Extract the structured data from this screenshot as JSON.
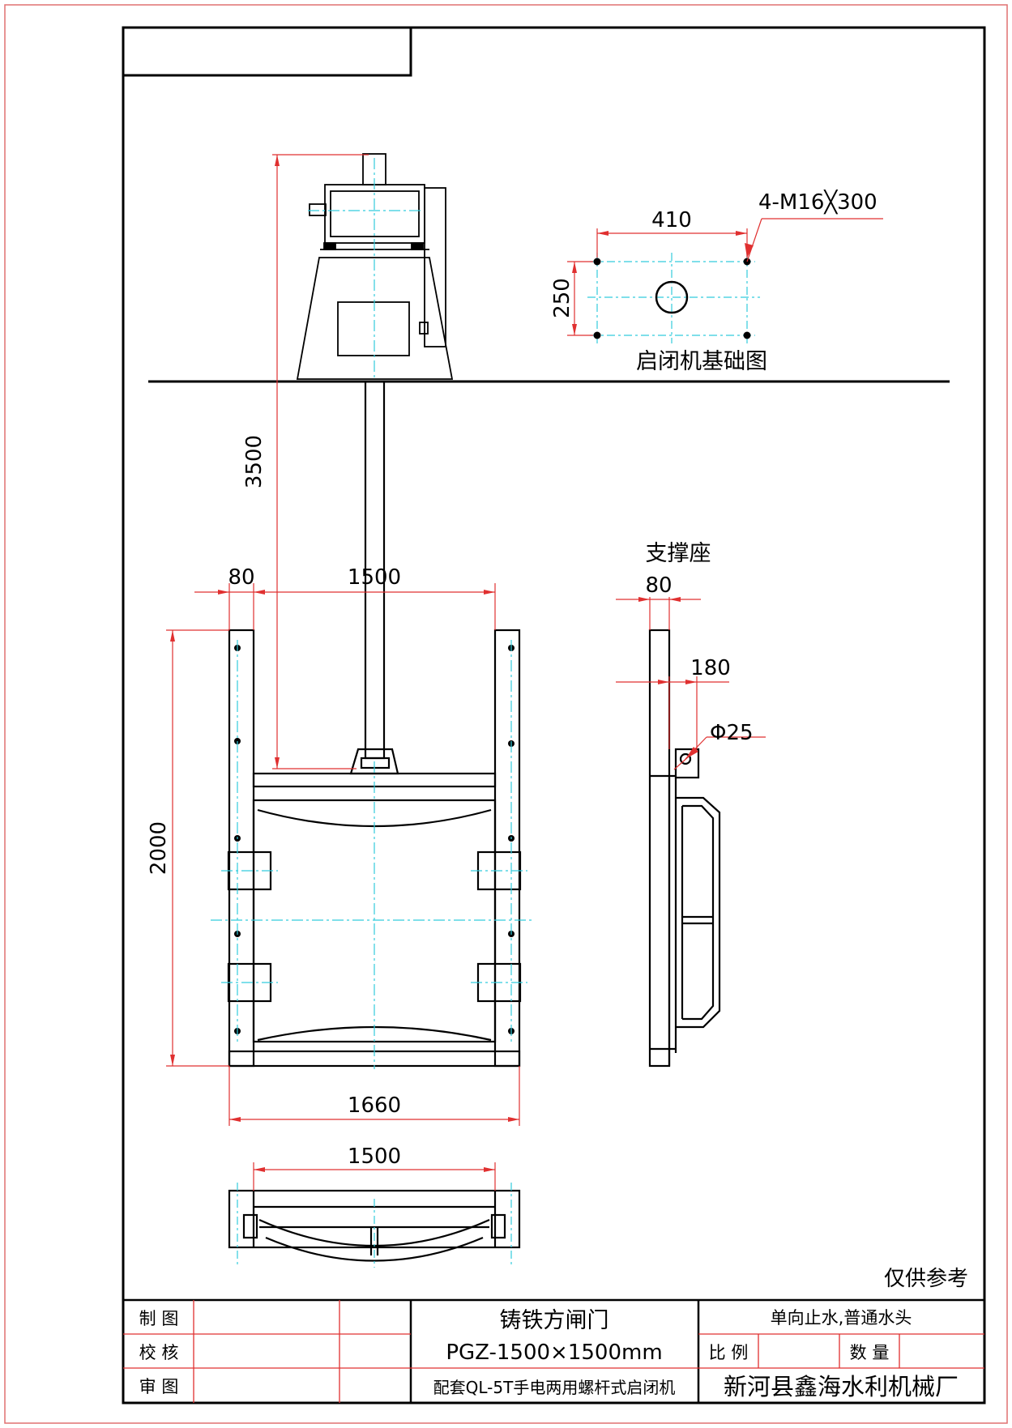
{
  "drawing": {
    "hoist_foundation": {
      "title": "启闭机基础图",
      "width_dim": "410",
      "height_dim": "250",
      "bolt_spec": "4-M16╳300"
    },
    "gate_front": {
      "rod_length_dim": "3500",
      "frame_member_dim": "80",
      "opening_width_dim": "1500",
      "height_dim": "2000",
      "overall_width_dim": "1660"
    },
    "support_seat": {
      "title": "支撑座",
      "width_dim": "80",
      "depth_dim": "180",
      "pin_dim": "Φ25"
    },
    "plan_view": {
      "width_dim": "1500"
    },
    "note": "仅供参考"
  },
  "title_block": {
    "labels": {
      "drawn": "制 图",
      "checked": "校 核",
      "approved": "审 图",
      "scale": "比 例",
      "quantity": "数 量"
    },
    "product_name": "铸铁方闸门",
    "model": "PGZ-1500×1500mm",
    "hoist": "配套QL-5T手电两用螺杆式启闭机",
    "seal_note": "单向止水,普通水头",
    "company": "新河县鑫海水利机械厂"
  }
}
